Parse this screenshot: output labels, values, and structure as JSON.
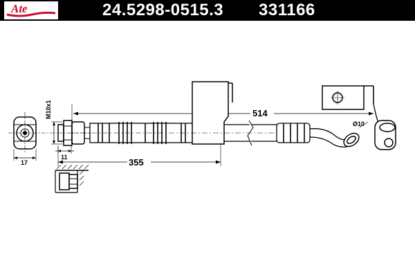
{
  "header": {
    "brand": "Ate",
    "part_number": "24.5298-0515.3",
    "ref_number": "331166",
    "colors": {
      "bar": "#000000",
      "text": "#ffffff"
    }
  },
  "dimensions": {
    "overall_length": "514",
    "fitting_length": "355",
    "thread": "M10x1",
    "hex_width": "17",
    "thread_length": "11",
    "eye_diameter": "Ø10"
  }
}
